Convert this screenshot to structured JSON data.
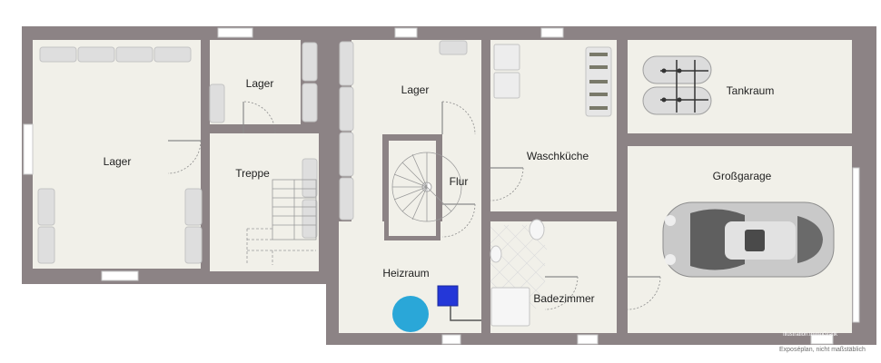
{
  "rooms": {
    "lager_left": "Lager",
    "lager_top": "Lager",
    "treppe": "Treppe",
    "lager_mid": "Lager",
    "flur": "Flur",
    "waschkueche": "Waschküche",
    "tankraum": "Tankraum",
    "grossgarage": "Großgarage",
    "heizraum": "Heizraum",
    "badezimmer": "Badezimmer"
  },
  "credit": {
    "illustration": "Illustration:ImmoGrafik",
    "note": "Exposéplan, nicht maßstäblich"
  },
  "colors": {
    "wall": "#8c8385",
    "floor": "#f1f0e9",
    "furniture": "#dedede",
    "boiler": "#2aa7d8",
    "pump": "#2437d8"
  }
}
